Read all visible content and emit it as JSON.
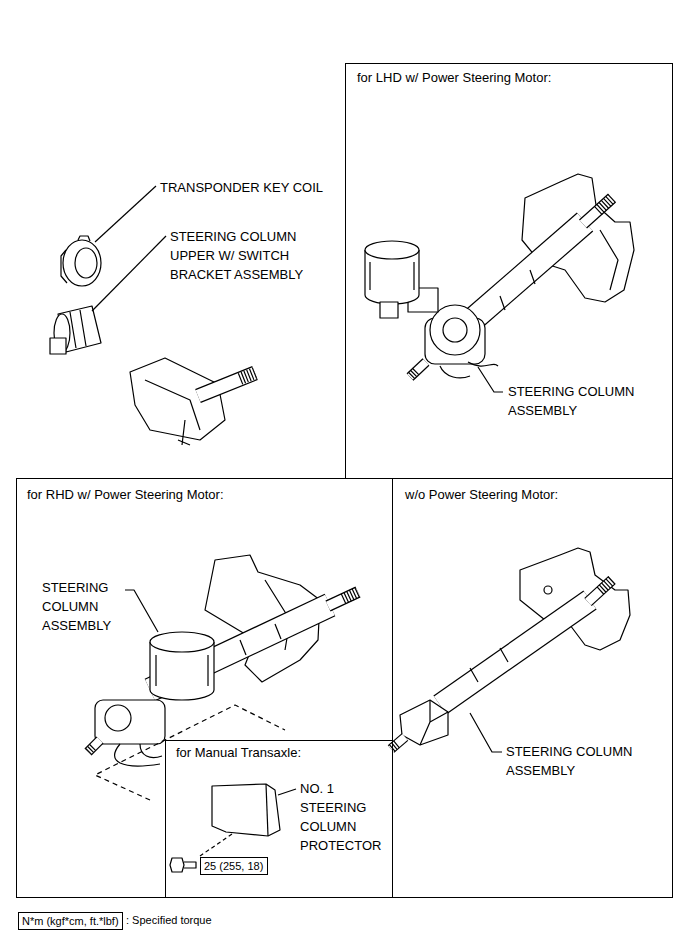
{
  "diagram": {
    "nodes": [
      {
        "text": [
          "for LHD w/ Power Steering Motor:"
        ]
      },
      {
        "text": [
          "for RHD w/ Power Steering Motor:"
        ]
      },
      {
        "text": [
          "for Manual Transaxle:"
        ],
        "in": 1
      },
      {
        "text": [
          "25 (255, 18)"
        ],
        "in": 2
      },
      {
        "text": [
          "w/o Power Steering Motor:"
        ]
      },
      {
        "text": [
          "N*m (kgf*cm, ft.*lbf)"
        ]
      }
    ],
    "labels": [
      "TRANSPONDER KEY COIL",
      "STEERING COLUMN UPPER W/ SWITCH BRACKET ASSEMBLY",
      "STEERING COLUMN ASSEMBLY",
      "STEERING COLUMN ASSEMBLY",
      "NO. 1 STEERING COLUMN PROTECTOR",
      "STEERING COLUMN ASSEMBLY",
      ": Specified torque"
    ]
  }
}
